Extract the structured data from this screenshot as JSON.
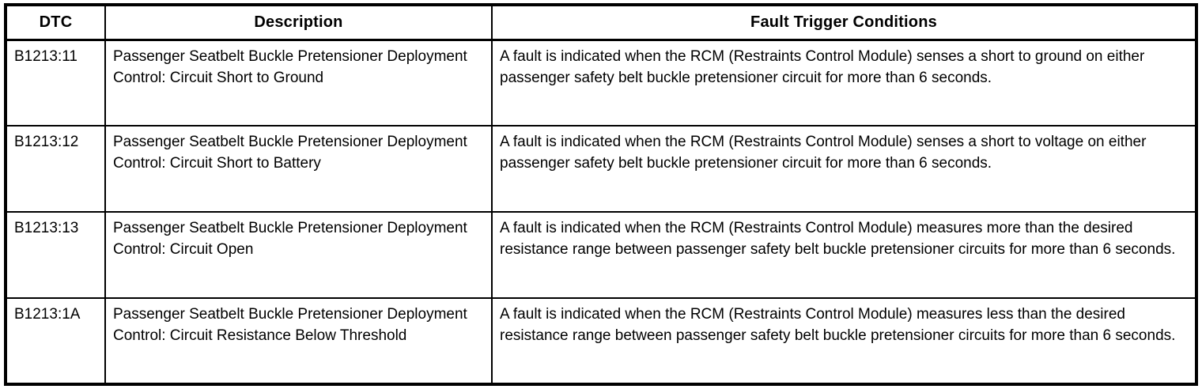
{
  "table": {
    "columns": [
      {
        "label": "DTC"
      },
      {
        "label": "Description"
      },
      {
        "label": "Fault Trigger Conditions"
      }
    ],
    "rows": [
      {
        "dtc": "B1213:11",
        "description": "Passenger Seatbelt Buckle Pretensioner Deployment Control: Circuit Short to Ground",
        "fault_trigger_conditions": "A fault is indicated when the RCM (Restraints Control Module) senses a short to ground on either passenger safety belt buckle pretensioner circuit for more than 6 seconds."
      },
      {
        "dtc": "B1213:12",
        "description": "Passenger Seatbelt Buckle Pretensioner Deployment Control: Circuit Short to Battery",
        "fault_trigger_conditions": "A fault is indicated when the RCM (Restraints Control Module) senses a short to voltage on either passenger safety belt buckle pretensioner circuit for more than 6 seconds."
      },
      {
        "dtc": "B1213:13",
        "description": "Passenger Seatbelt Buckle Pretensioner Deployment Control: Circuit Open",
        "fault_trigger_conditions": "A fault is indicated when the RCM (Restraints Control Module) measures more than the desired resistance range between passenger safety belt buckle pretensioner circuits for more than 6 seconds."
      },
      {
        "dtc": "B1213:1A",
        "description": "Passenger Seatbelt Buckle Pretensioner Deployment Control: Circuit Resistance Below Threshold",
        "fault_trigger_conditions": "A fault is indicated when the RCM (Restraints Control Module) measures less than the desired resistance range between passenger safety belt buckle pretensioner circuits for more than 6 seconds."
      }
    ],
    "colors": {
      "border": "#000000",
      "background": "#ffffff",
      "text": "#000000"
    }
  }
}
